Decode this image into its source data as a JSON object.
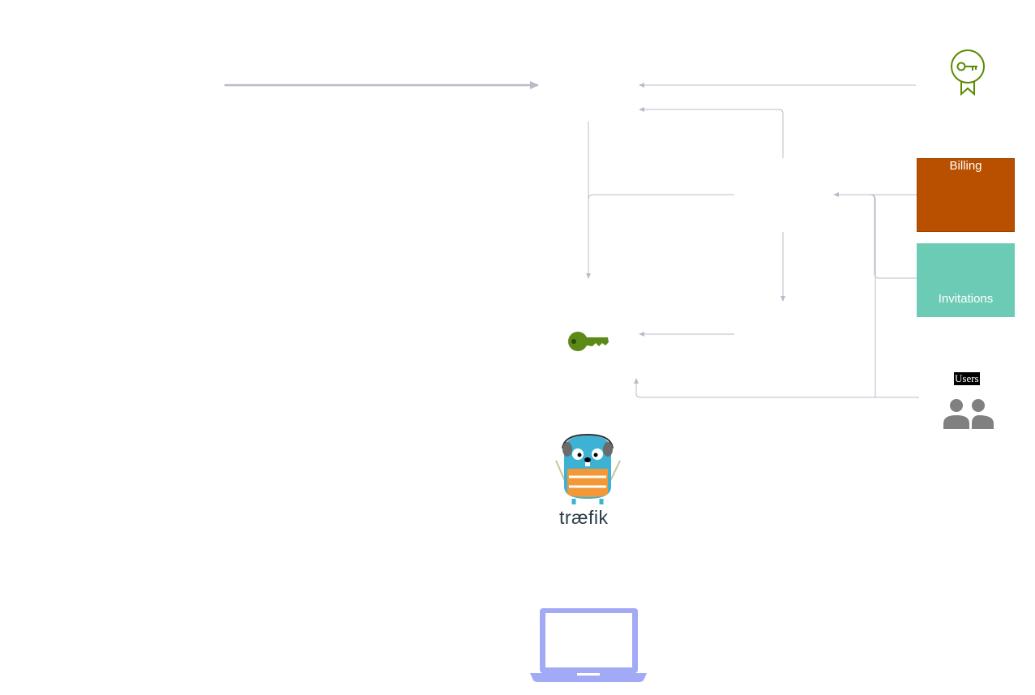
{
  "services": {
    "billing": {
      "label": "Billing",
      "color": "#b85000"
    },
    "invitations": {
      "label": "Invitations",
      "color": "#6ccbb4"
    },
    "users": {
      "label": "Users"
    }
  },
  "gateway": {
    "label": "træfik"
  },
  "icons": {
    "certificate": "certificate-key-icon",
    "credit_card": "credit-card-icon",
    "envelope": "envelope-icon",
    "key": "key-icon",
    "users": "users-icon",
    "gopher": "traefik-gopher-icon",
    "laptop": "laptop-icon"
  },
  "colors": {
    "connector": "#b8bcc8",
    "certificate": "#5a8a00",
    "key": "#5c8a18",
    "laptop": "#a3aaf5",
    "users_icon": "#808080"
  }
}
